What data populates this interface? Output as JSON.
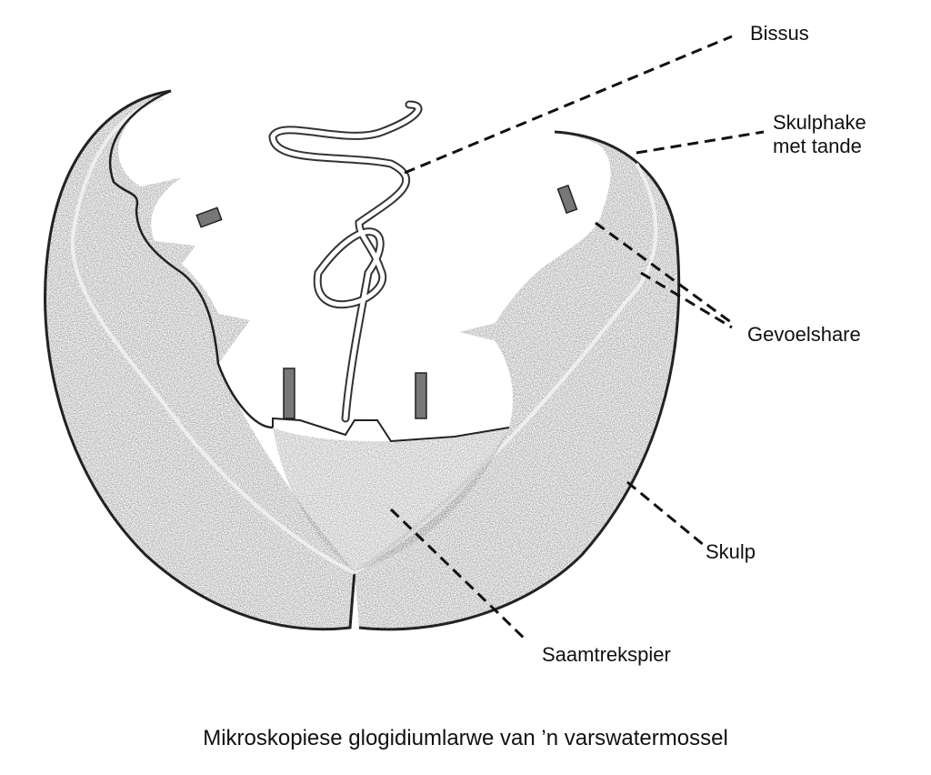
{
  "labels": {
    "bissus": "Bissus",
    "skulphake_line1": "Skulphake",
    "skulphake_line2": "met tande",
    "gevoelshare": "Gevoelshare",
    "skulp": "Skulp",
    "saamtrekspier": "Saamtrekspier"
  },
  "caption": "Mikroskopiese glogidiumlarwe van ’n  varswatermossel"
}
